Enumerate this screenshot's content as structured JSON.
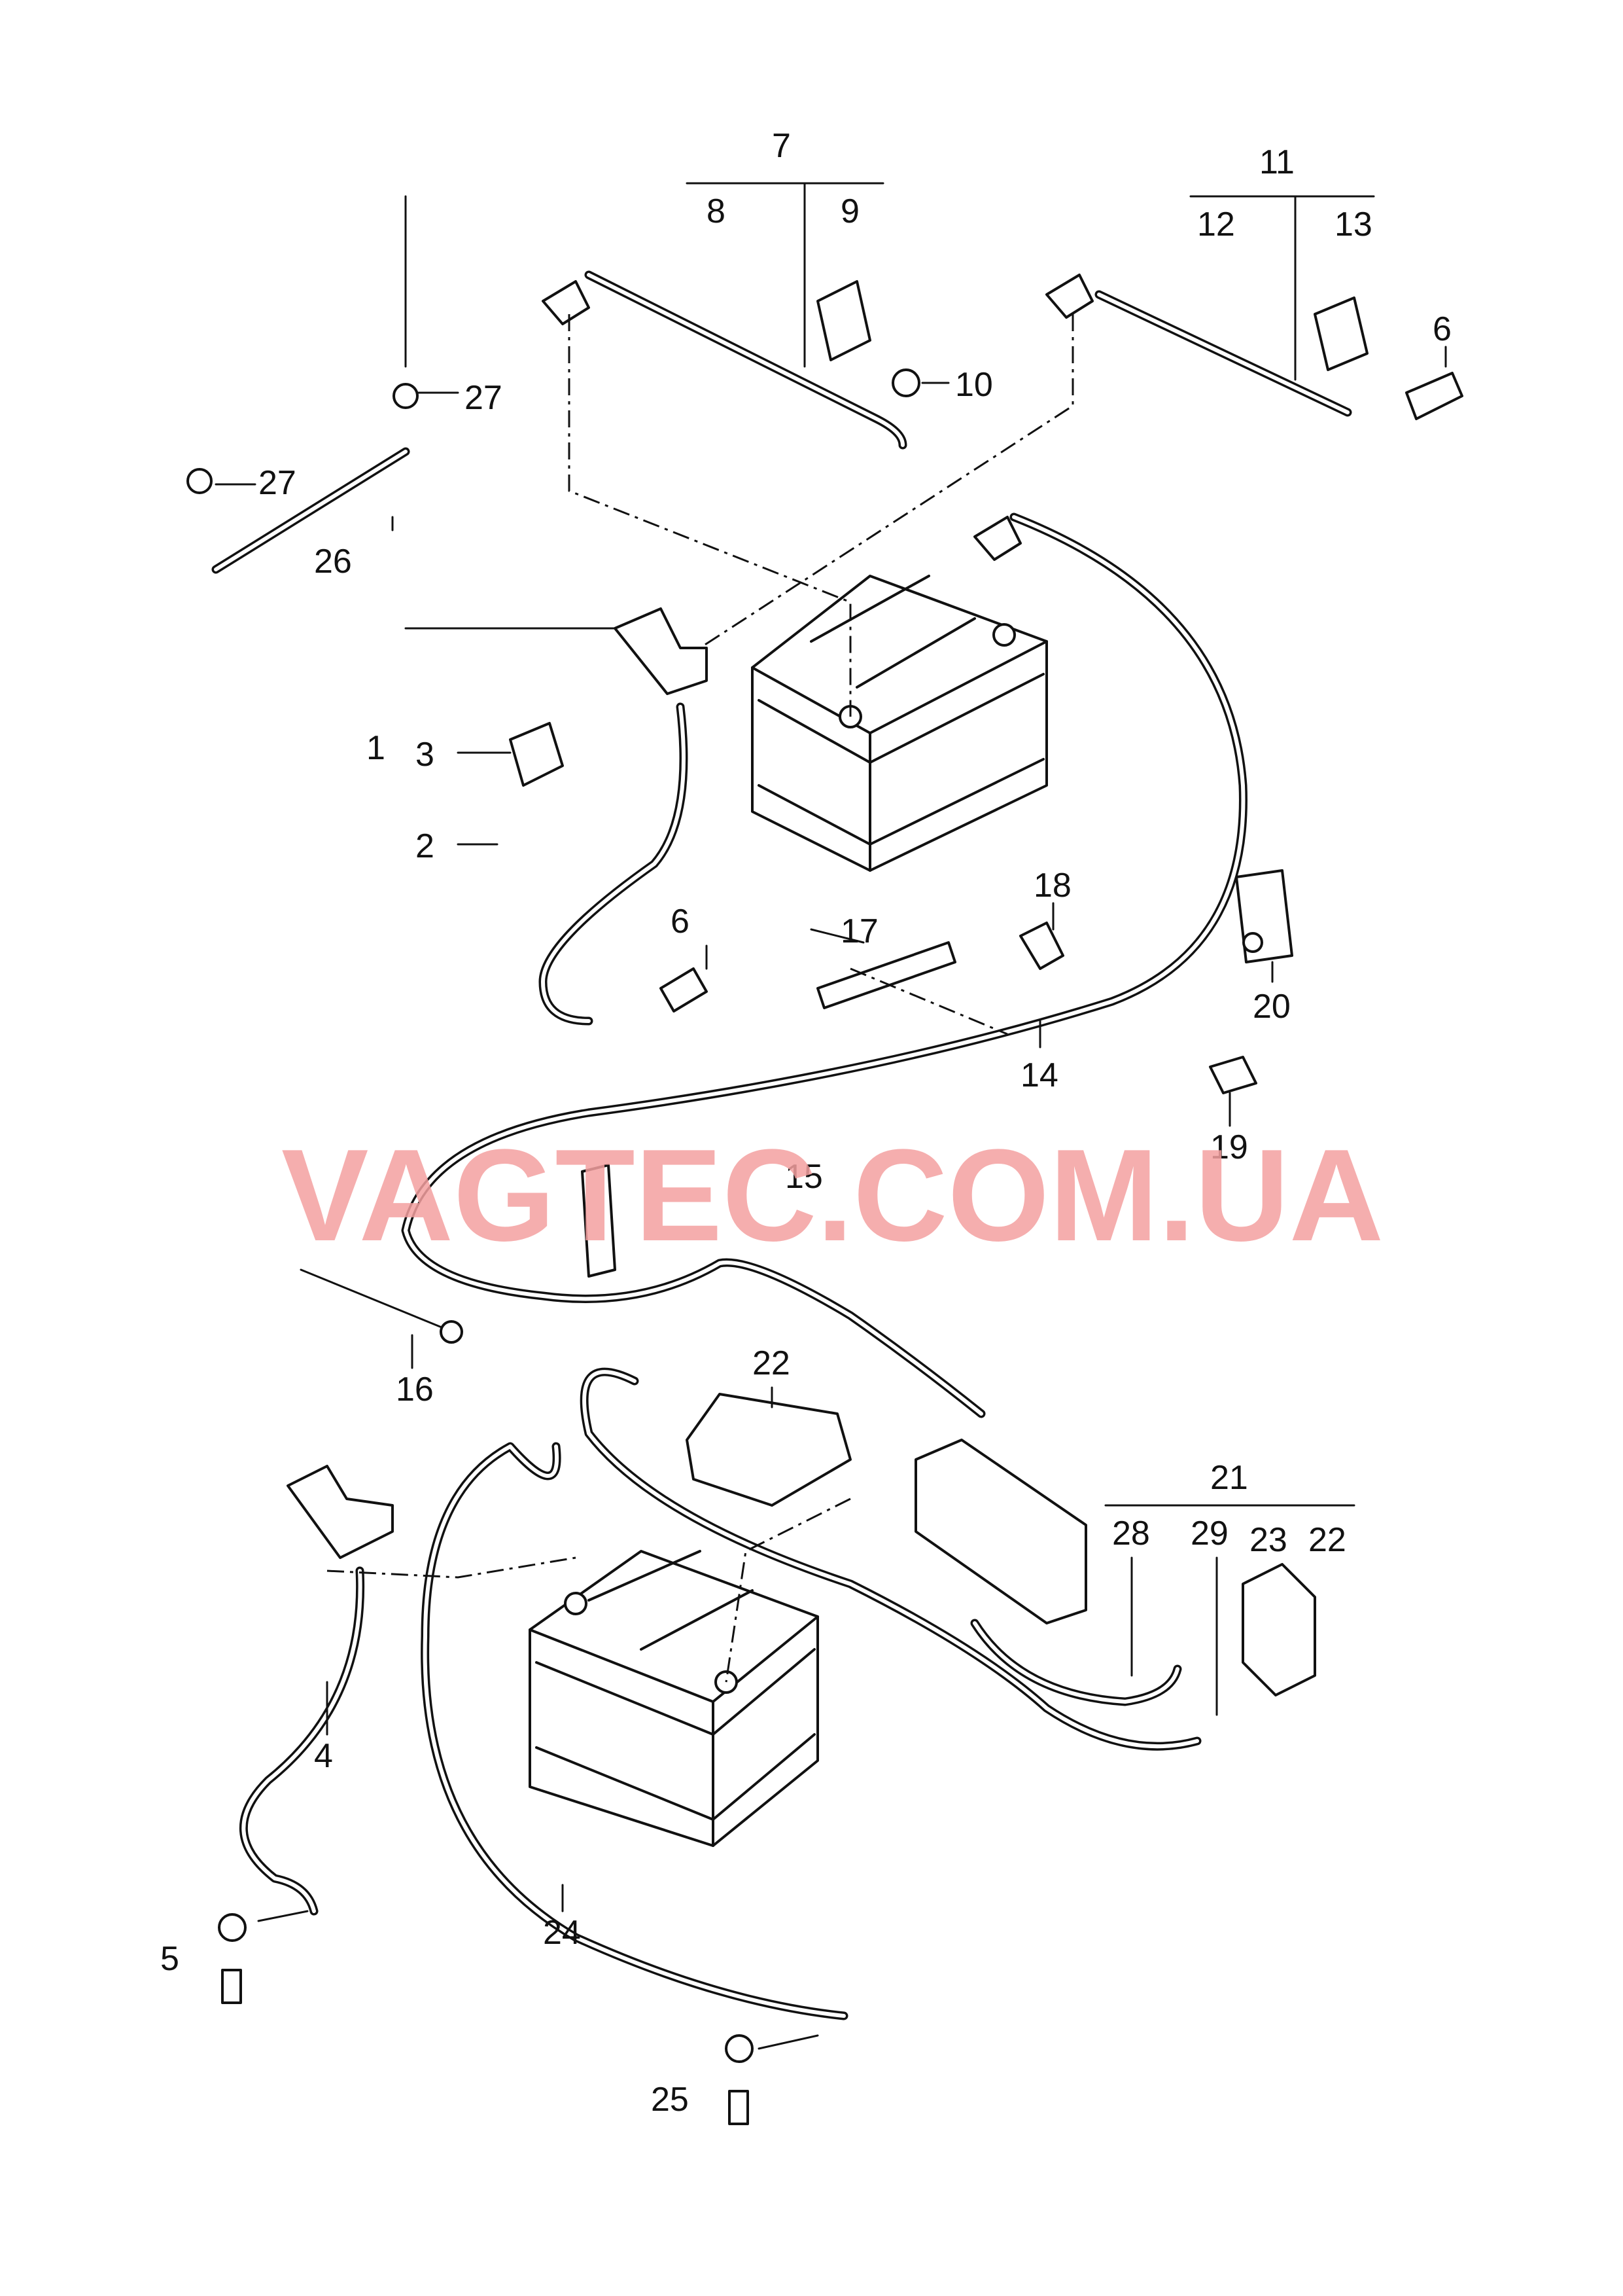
{
  "watermark": "VAGTEC.COM.UA",
  "callouts": [
    {
      "id": "c1",
      "text": "1"
    },
    {
      "id": "c2",
      "text": "2"
    },
    {
      "id": "c3",
      "text": "3"
    },
    {
      "id": "c4",
      "text": "4"
    },
    {
      "id": "c5",
      "text": "5"
    },
    {
      "id": "c6a",
      "text": "6"
    },
    {
      "id": "c6b",
      "text": "6"
    },
    {
      "id": "c7",
      "text": "7"
    },
    {
      "id": "c8",
      "text": "8"
    },
    {
      "id": "c9",
      "text": "9"
    },
    {
      "id": "c10",
      "text": "10"
    },
    {
      "id": "c11",
      "text": "11"
    },
    {
      "id": "c12",
      "text": "12"
    },
    {
      "id": "c13",
      "text": "13"
    },
    {
      "id": "c14",
      "text": "14"
    },
    {
      "id": "c15",
      "text": "15"
    },
    {
      "id": "c16",
      "text": "16"
    },
    {
      "id": "c17",
      "text": "17"
    },
    {
      "id": "c18",
      "text": "18"
    },
    {
      "id": "c19",
      "text": "19"
    },
    {
      "id": "c20",
      "text": "20"
    },
    {
      "id": "c21",
      "text": "21"
    },
    {
      "id": "c22a",
      "text": "22"
    },
    {
      "id": "c22b",
      "text": "22"
    },
    {
      "id": "c23",
      "text": "23"
    },
    {
      "id": "c24",
      "text": "24"
    },
    {
      "id": "c25",
      "text": "25"
    },
    {
      "id": "c26",
      "text": "26"
    },
    {
      "id": "c27a",
      "text": "27"
    },
    {
      "id": "c27b",
      "text": "27"
    },
    {
      "id": "c28",
      "text": "28"
    },
    {
      "id": "c29",
      "text": "29"
    }
  ]
}
